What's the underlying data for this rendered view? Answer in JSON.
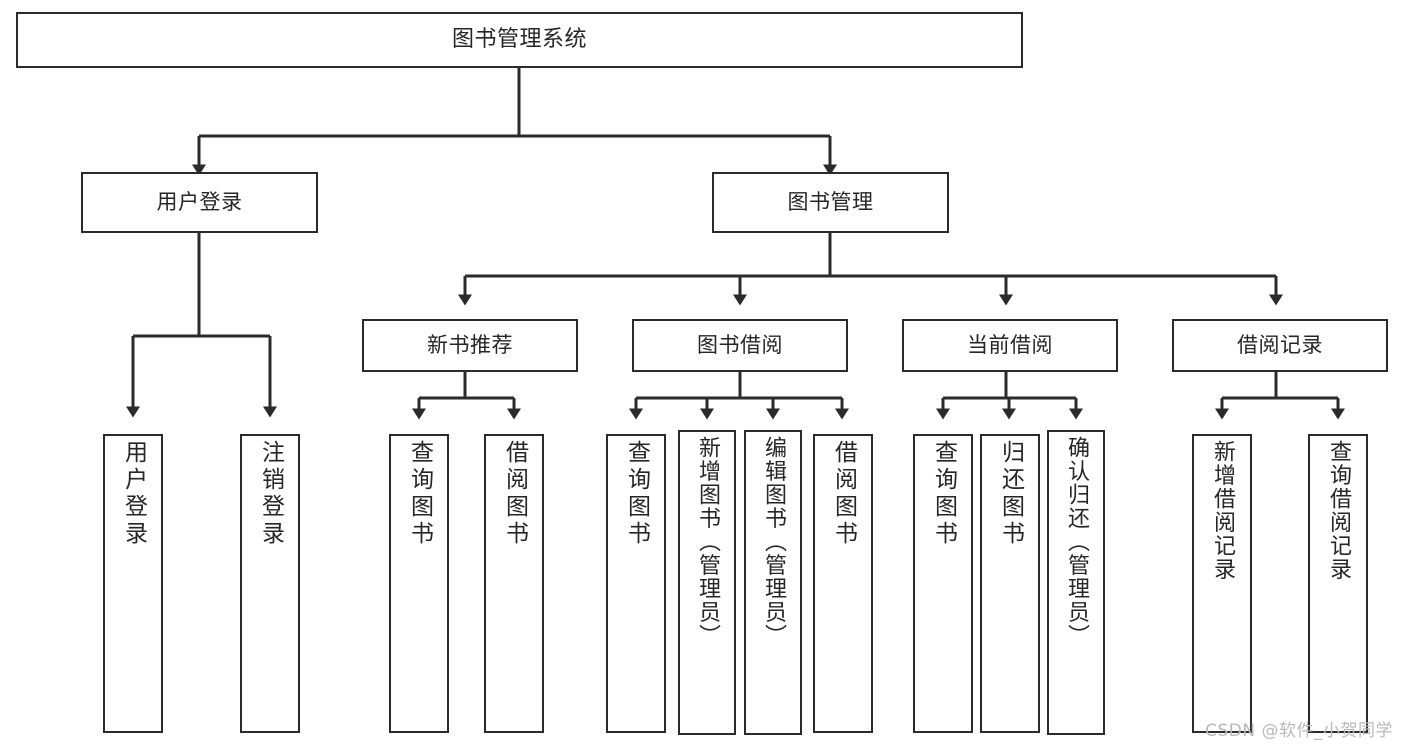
{
  "diagram": {
    "title": "图书管理系统",
    "type": "tree",
    "style": {
      "box_border_color": "#2b2b2b",
      "box_fill_color": "#ffffff",
      "connector_color": "#2b2b2b",
      "text_color": "#262626",
      "background": "#ffffff"
    },
    "nodes": {
      "root": {
        "label": "图书管理系统"
      },
      "level2": [
        {
          "id": "user-login",
          "label": "用户登录"
        },
        {
          "id": "book-manage",
          "label": "图书管理"
        }
      ],
      "level3": [
        {
          "id": "new-book-recommend",
          "label": "新书推荐"
        },
        {
          "id": "book-borrow",
          "label": "图书借阅"
        },
        {
          "id": "current-borrow",
          "label": "当前借阅"
        },
        {
          "id": "borrow-record",
          "label": "借阅记录"
        }
      ],
      "leaves": {
        "user-login": [
          {
            "id": "leaf-user-login",
            "label": "用户登录"
          },
          {
            "id": "leaf-logout",
            "label": "注销登录"
          }
        ],
        "new-book-recommend": [
          {
            "id": "leaf-query-book-1",
            "label": "查询图书"
          },
          {
            "id": "leaf-borrow-book-1",
            "label": "借阅图书"
          }
        ],
        "book-borrow": [
          {
            "id": "leaf-query-book-2",
            "label": "查询图书"
          },
          {
            "id": "leaf-add-book",
            "label": "新增图书（管理员）"
          },
          {
            "id": "leaf-edit-book",
            "label": "编辑图书（管理员）"
          },
          {
            "id": "leaf-borrow-book-2",
            "label": "借阅图书"
          }
        ],
        "current-borrow": [
          {
            "id": "leaf-query-book-3",
            "label": "查询图书"
          },
          {
            "id": "leaf-return-book",
            "label": "归还图书"
          },
          {
            "id": "leaf-confirm-return",
            "label": "确认归还（管理员）"
          }
        ],
        "borrow-record": [
          {
            "id": "leaf-add-record",
            "label": "新增借阅记录"
          },
          {
            "id": "leaf-query-record",
            "label": "查询借阅记录"
          }
        ]
      }
    },
    "watermark": "CSDN @软件_小贺同学"
  }
}
